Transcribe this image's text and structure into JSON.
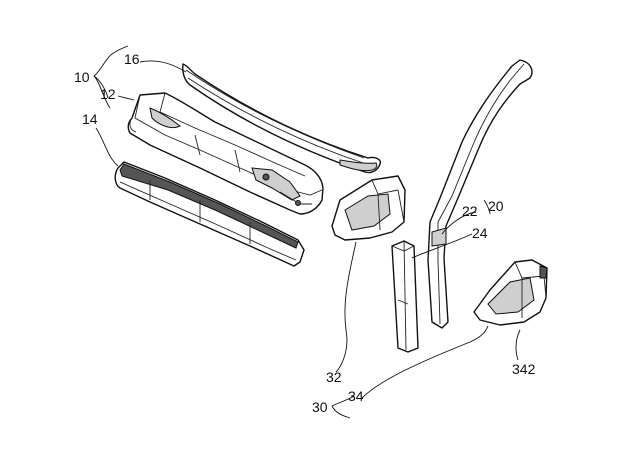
{
  "labels": {
    "l10": "10",
    "l12": "12",
    "l14": "14",
    "l16": "16",
    "l20": "20",
    "l22": "22",
    "l24": "24",
    "l30": "30",
    "l32": "32",
    "l34": "34",
    "l342": "342"
  },
  "colors": {
    "line": "#111111",
    "background": "#ffffff",
    "shade": "#cfcfcf"
  }
}
